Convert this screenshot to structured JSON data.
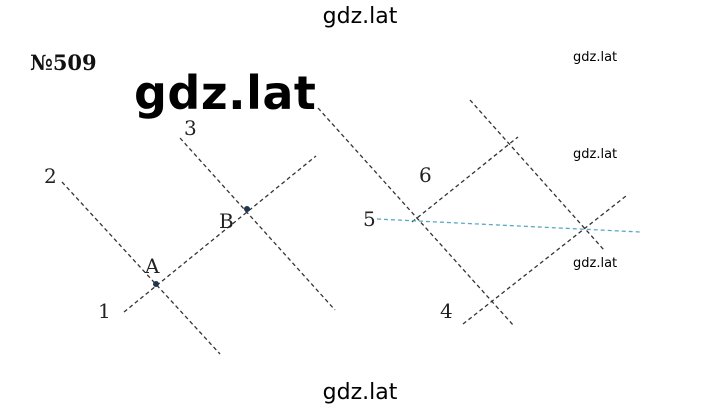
{
  "watermarks": {
    "top": "gdz.lat",
    "bottom": "gdz.lat",
    "big": "gdz.lat",
    "small_1": "gdz.lat",
    "small_2": "gdz.lat",
    "small_3": "gdz.lat"
  },
  "problem_number": "№509",
  "labels": {
    "line_1": "1",
    "line_2": "2",
    "line_3": "3",
    "line_4": "4",
    "line_5": "5",
    "line_6": "6",
    "point_a": "A",
    "point_b": "B"
  },
  "colors": {
    "line": "#333333",
    "transversal": "#5aa9c4",
    "point": "#1f3550"
  }
}
